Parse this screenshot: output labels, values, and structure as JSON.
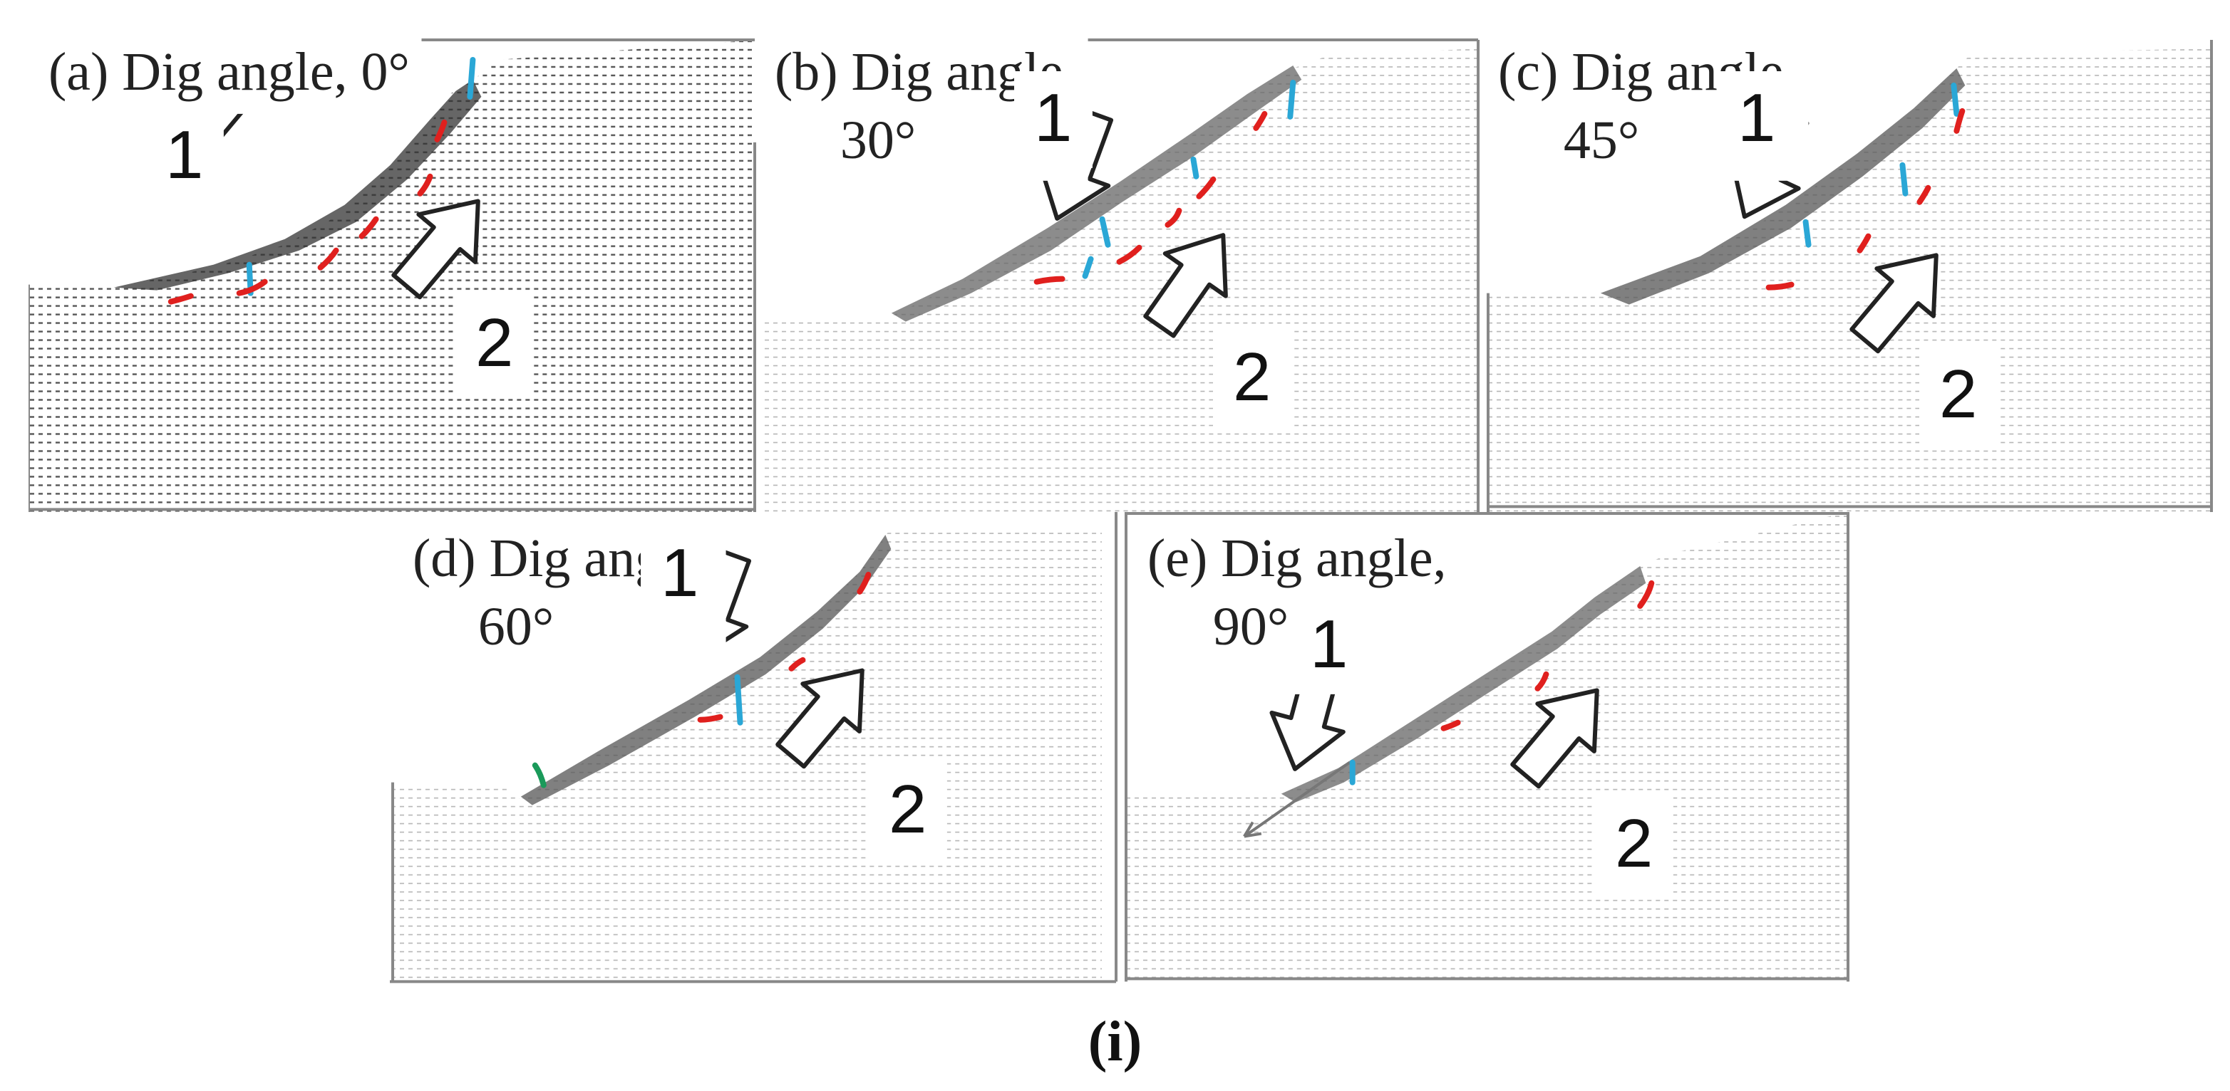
{
  "figure": {
    "caption": "(i)",
    "panels": [
      {
        "id": "a",
        "title_line1": "(a) Dig angle, 0°",
        "title_line2": "",
        "label_1": "1",
        "label_2": "2",
        "dig_angle_deg": 0,
        "displacement_density": "dense"
      },
      {
        "id": "b",
        "title_line1": "(b) Dig angle,",
        "title_line2": "30°",
        "label_1": "1",
        "label_2": "2",
        "dig_angle_deg": 30,
        "displacement_density": "sparse"
      },
      {
        "id": "c",
        "title_line1": "(c) Dig angle,",
        "title_line2": "45°",
        "label_1": "1",
        "label_2": "2",
        "dig_angle_deg": 45,
        "displacement_density": "medium"
      },
      {
        "id": "d",
        "title_line1": "(d) Dig angle,",
        "title_line2": "60°",
        "label_1": "1",
        "label_2": "2",
        "dig_angle_deg": 60,
        "displacement_density": "medium"
      },
      {
        "id": "e",
        "title_line1": "(e) Dig angle,",
        "title_line2": "90°",
        "label_1": "1",
        "label_2": "2",
        "dig_angle_deg": 90,
        "displacement_density": "sparse"
      }
    ]
  },
  "colors": {
    "crack_blue": "#2aa7d6",
    "crack_red": "#e0201e",
    "crack_green": "#1a9a5a",
    "vector_dark": "#333333",
    "vector_light": "#9a9a9a",
    "arrow_fill": "#ffffff",
    "arrow_stroke": "#222222"
  },
  "icons": [
    "white-block-arrow-icon"
  ]
}
